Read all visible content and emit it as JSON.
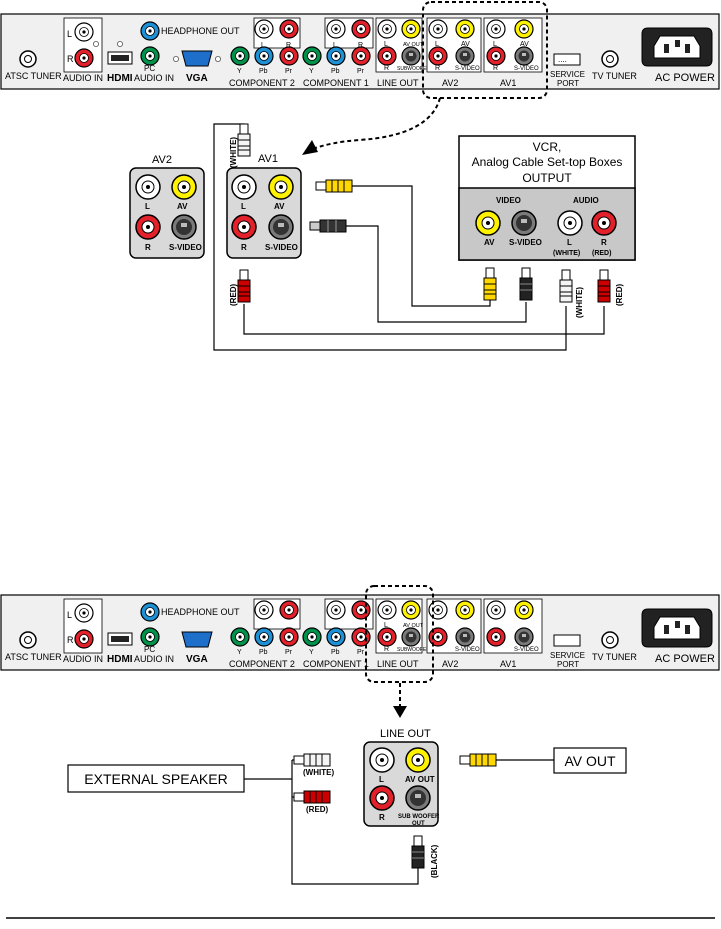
{
  "panel": {
    "atsc_tuner": "ATSC TUNER",
    "audio_in": "AUDIO IN",
    "jack_l": "L",
    "jack_r": "R",
    "hdmi": "HDMI",
    "headphone_out": "HEADPHONE OUT",
    "pc": "PC",
    "pc_audio_in": "AUDIO IN",
    "vga": "VGA",
    "component2": "COMPONENT 2",
    "component1": "COMPONENT 1",
    "y": "Y",
    "pb": "Pb",
    "pr": "Pr",
    "line_out": "LINE OUT",
    "av_out_small": "AV OUT",
    "subwoofer_small": "SUBWOOFER",
    "av2": "AV2",
    "av1": "AV1",
    "av": "AV",
    "s_video": "S-VIDEO",
    "service": "SERVICE",
    "port": "PORT",
    "tv_tuner": "TV TUNER",
    "ac_power": "AC POWER"
  },
  "diagram1": {
    "cable_white": "(WHITE)",
    "cable_red": "(RED)",
    "av2_box": {
      "title": "AV2",
      "l": "L",
      "av": "AV",
      "r": "R",
      "svideo": "S-VIDEO"
    },
    "av1_box": {
      "title": "AV1",
      "l": "L",
      "av": "AV",
      "r": "R",
      "svideo": "S-VIDEO"
    },
    "device": {
      "line1": "VCR,",
      "line2": "Analog Cable Set-top Boxes",
      "line3": "OUTPUT",
      "video": "VIDEO",
      "audio": "AUDIO",
      "av": "AV",
      "svideo": "S-VIDEO",
      "l": "L",
      "white": "(WHITE)",
      "r": "R",
      "red": "(RED)"
    }
  },
  "diagram2": {
    "line_out_title": "LINE OUT",
    "l": "L",
    "av_out": "AV OUT",
    "r": "R",
    "sub_woofer": "SUB WOOFER",
    "out": "OUT",
    "external_speaker": "EXTERNAL SPEAKER",
    "av_out_box": "AV OUT",
    "white": "(WHITE)",
    "red": "(RED)",
    "black": "(BLACK)"
  },
  "colors": {
    "panel_bg": "#f0f0f0",
    "red_jack": "#e2212b",
    "yellow_jack": "#fff200",
    "green_jack": "#00924b",
    "blue_jack": "#1e90d6",
    "box_bg": "#d9d9d9",
    "device_bg": "#c8c8c8"
  }
}
